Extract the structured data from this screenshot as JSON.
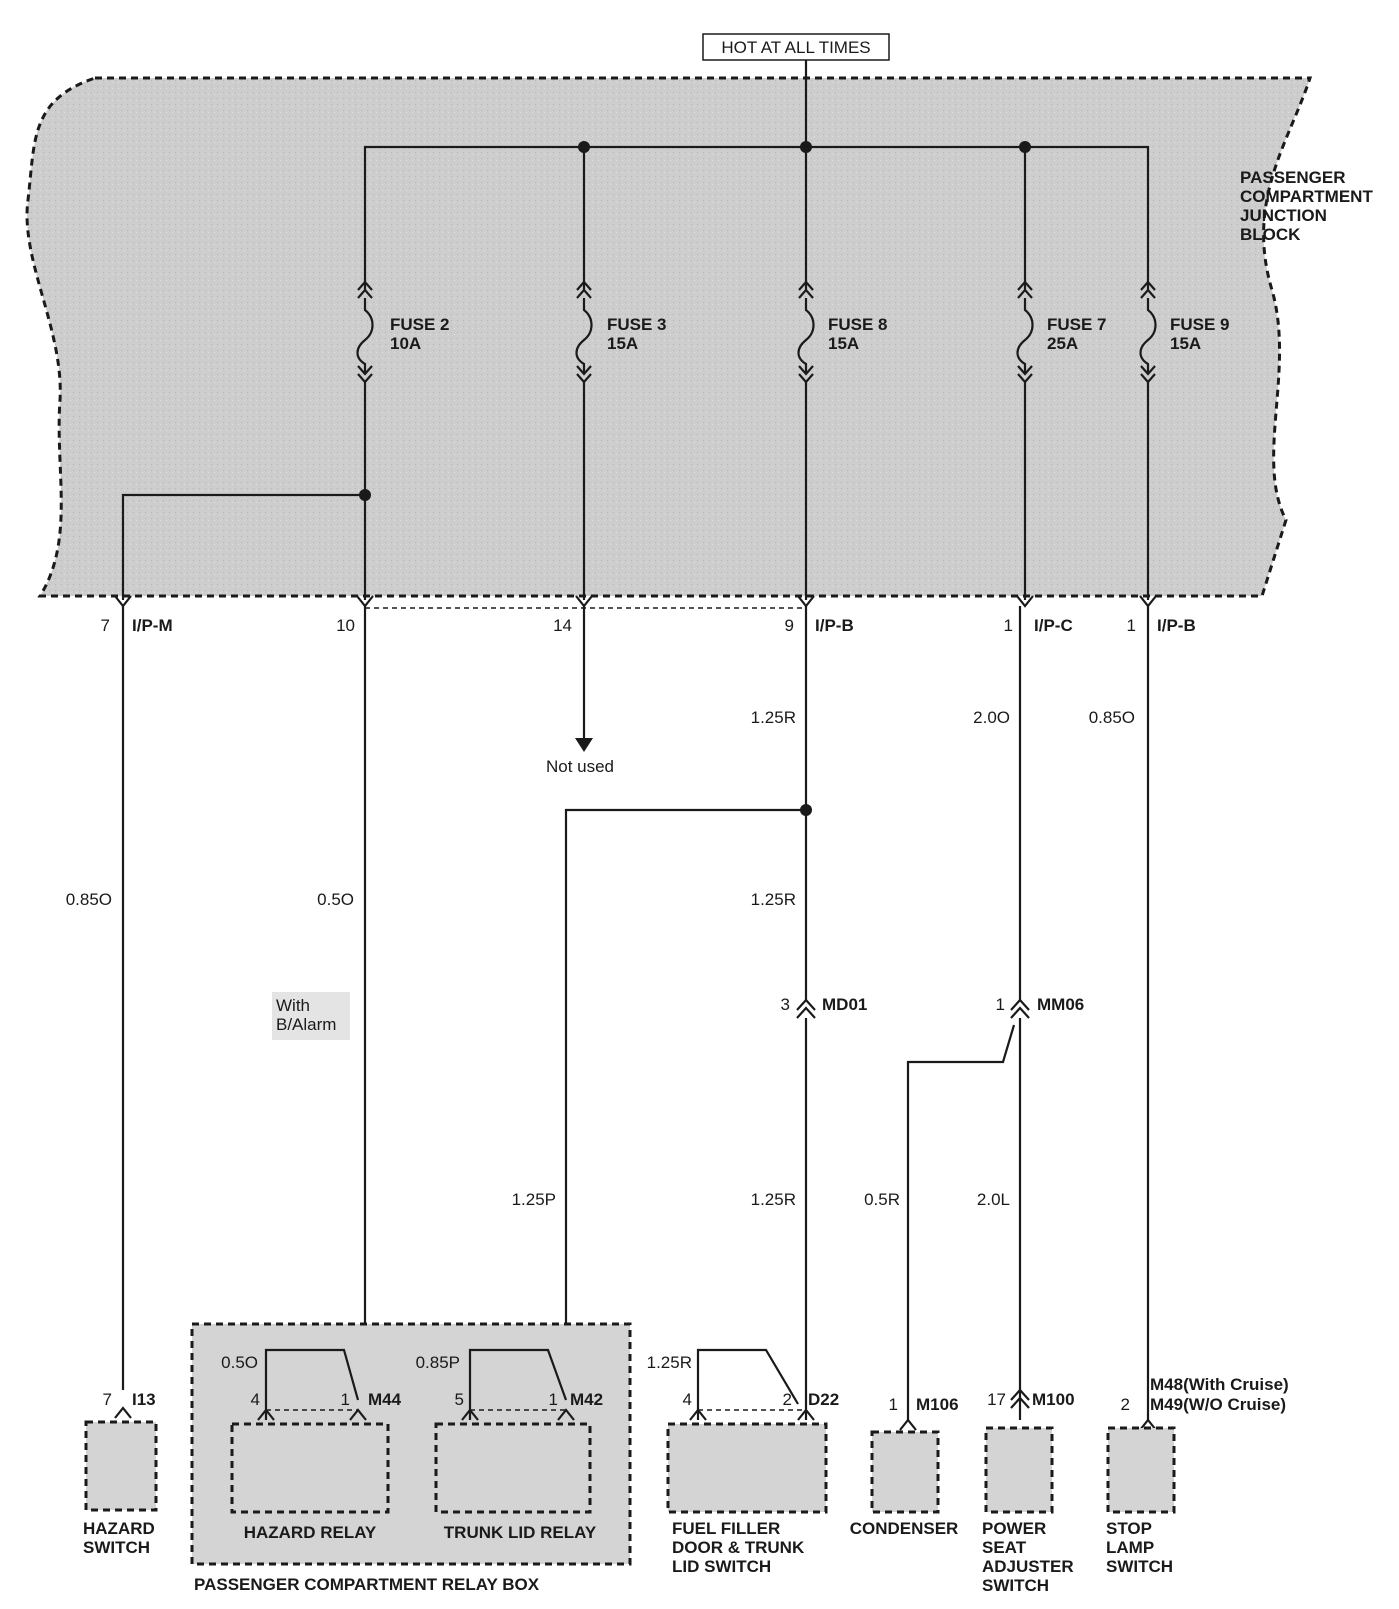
{
  "header": {
    "hot_label": "HOT AT ALL TIMES"
  },
  "junction_block": {
    "title_lines": [
      "PASSENGER",
      "COMPARTMENT",
      "JUNCTION",
      "BLOCK"
    ]
  },
  "fuses": [
    {
      "name": "FUSE 2",
      "rating": "10A"
    },
    {
      "name": "FUSE 3",
      "rating": "15A"
    },
    {
      "name": "FUSE 8",
      "rating": "15A"
    },
    {
      "name": "FUSE 7",
      "rating": "25A"
    },
    {
      "name": "FUSE 9",
      "rating": "15A"
    }
  ],
  "connectors_top": [
    {
      "pin": "7",
      "name": "I/P-M"
    },
    {
      "pin": "10",
      "name": ""
    },
    {
      "pin": "14",
      "name": ""
    },
    {
      "pin": "9",
      "name": "I/P-B"
    },
    {
      "pin": "1",
      "name": "I/P-C"
    },
    {
      "pin": "1",
      "name": "I/P-B"
    }
  ],
  "wires": {
    "hazard_switch": "0.85O",
    "hazard_relay": "0.5O",
    "ipb_upper": "1.25R",
    "ipb_mid": "1.25R",
    "ipb_lower": "1.25R",
    "trunk_relay": "1.25P",
    "ipc_upper": "2.0O",
    "ipc_lower": "2.0L",
    "condenser": "0.5R",
    "stop_lamp": "0.85O",
    "hazard_relay_internal": "0.5O",
    "trunk_relay_internal": "0.85P",
    "fuel_filler_internal": "1.25R"
  },
  "not_used": "Not used",
  "with_alarm_lines": [
    "With",
    "B/Alarm"
  ],
  "inline_connectors": [
    {
      "pin": "3",
      "name": "MD01"
    },
    {
      "pin": "1",
      "name": "MM06"
    }
  ],
  "bottom_connectors": {
    "i13": {
      "pin": "7",
      "name": "I13"
    },
    "m44": {
      "pin_a": "4",
      "pin_b": "1",
      "name": "M44"
    },
    "m42": {
      "pin_a": "5",
      "pin_b": "1",
      "name": "M42"
    },
    "d22": {
      "pin_a": "4",
      "pin_b": "2",
      "name": "D22"
    },
    "m106": {
      "pin": "1",
      "name": "M106"
    },
    "m100": {
      "pin": "17",
      "name": "M100"
    },
    "m48": {
      "pin": "2",
      "line1": "M48(With Cruise)",
      "line2": "M49(W/O Cruise)"
    }
  },
  "components": {
    "hazard_switch": [
      "HAZARD",
      "SWITCH"
    ],
    "hazard_relay": [
      "HAZARD RELAY"
    ],
    "trunk_lid_relay": [
      "TRUNK LID RELAY"
    ],
    "fuel_filler": [
      "FUEL FILLER",
      "DOOR & TRUNK",
      "LID SWITCH"
    ],
    "condenser": [
      "CONDENSER"
    ],
    "power_seat": [
      "POWER",
      "SEAT",
      "ADJUSTER",
      "SWITCH"
    ],
    "stop_lamp": [
      "STOP",
      "LAMP",
      "SWITCH"
    ]
  },
  "relay_box_label": "PASSENGER COMPARTMENT RELAY BOX"
}
